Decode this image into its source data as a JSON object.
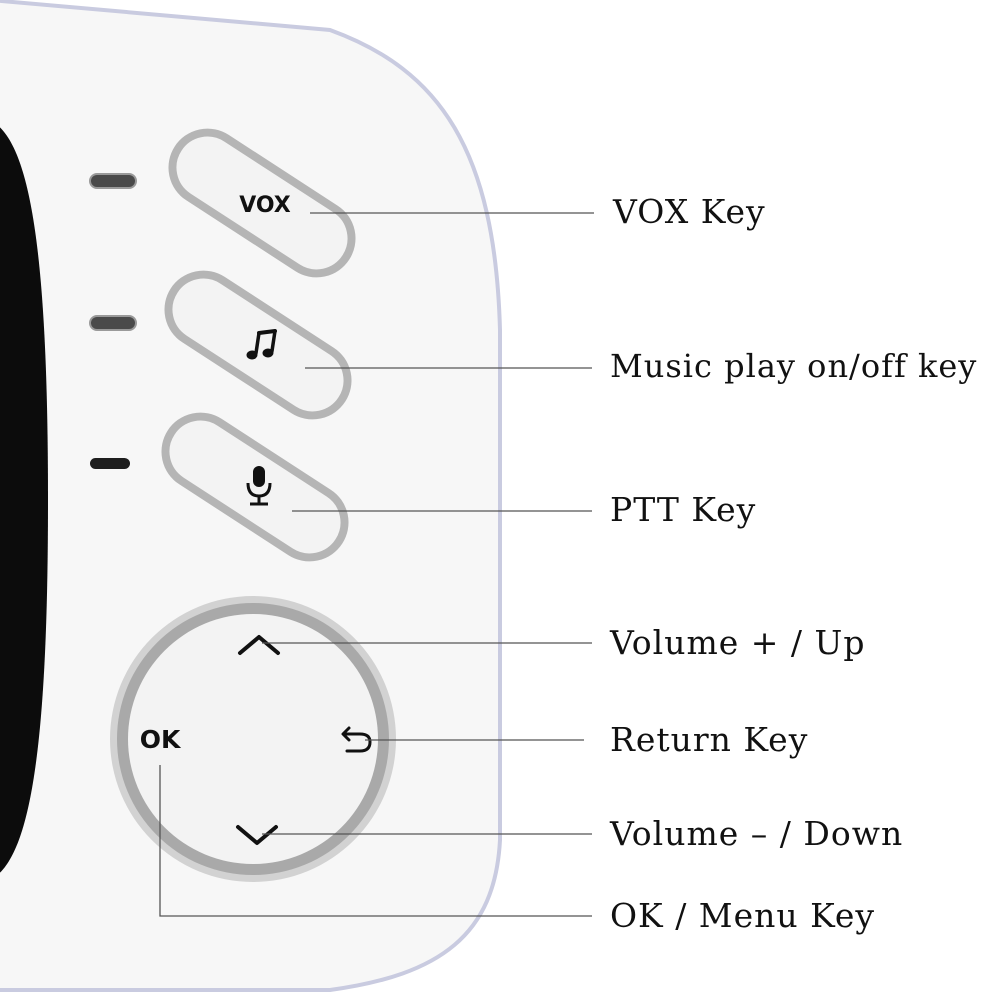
{
  "device": {
    "body_color": "#f7f7f7",
    "outline_color": "#c9cbe0",
    "button_ring_color": "#b5b5b5",
    "indicator_color": "#3a3a3a"
  },
  "keys": {
    "vox": {
      "text": "VOX",
      "icon": "vox-text"
    },
    "music": {
      "icon": "music-note-icon"
    },
    "ptt": {
      "icon": "microphone-icon"
    },
    "dpad": {
      "ok_text": "OK",
      "up_icon": "chevron-up-icon",
      "down_icon": "chevron-down-icon",
      "return_icon": "return-arrow-icon"
    }
  },
  "labels": {
    "vox": "VOX Key",
    "music": "Music play on/off key",
    "ptt": "PTT Key",
    "volume_up": "Volume + / Up",
    "return": "Return Key",
    "volume_down": "Volume – / Down",
    "ok_menu": "OK / Menu Key"
  }
}
